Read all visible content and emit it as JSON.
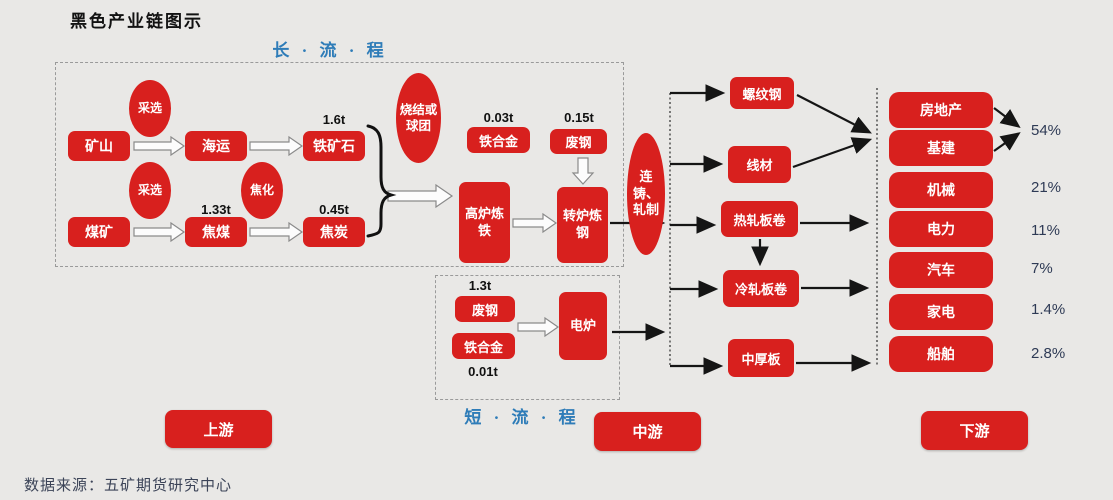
{
  "title": "黑色产业链图示",
  "source": "数据来源：五矿期货研究中心",
  "colors": {
    "box_red": "#d8201e",
    "label_blue": "#2e7cb8",
    "percent_navy": "#2e3a55",
    "background": "#e9e8e6"
  },
  "process_labels": {
    "long": "长 · 流 · 程",
    "short": "短 · 流 · 程"
  },
  "stages": {
    "upstream": "上游",
    "midstream": "中游",
    "downstream": "下游"
  },
  "upstream": {
    "mine": "矿山",
    "beneficiation": "采选",
    "shipping": "海运",
    "iron_ore": "铁矿石",
    "iron_ore_qty": "1.6t",
    "coal_mine": "煤矿",
    "coking_coal": "焦煤",
    "coking_coal_qty": "1.33t",
    "coking": "焦化",
    "coke": "焦炭",
    "coke_qty": "0.45t",
    "sinter_or_pellet": "烧结或球团"
  },
  "midstream": {
    "ferroalloy": "铁合金",
    "ferroalloy_qty": "0.03t",
    "scrap": "废钢",
    "scrap_qty": "0.15t",
    "blast_furnace": "高炉炼铁",
    "converter": "转炉炼钢",
    "casting_rolling": "连铸、轧制",
    "short_route": {
      "scrap": "废钢",
      "scrap_qty": "1.3t",
      "ferroalloy": "铁合金",
      "ferroalloy_qty": "0.01t",
      "electric_furnace": "电炉"
    }
  },
  "products": [
    "螺纹钢",
    "线材",
    "热轧板卷",
    "冷轧板卷",
    "中厚板"
  ],
  "downstream_sectors": [
    "房地产",
    "基建",
    "机械",
    "电力",
    "汽车",
    "家电",
    "船舶"
  ],
  "demand_shares": [
    "54%",
    "21%",
    "11%",
    "7%",
    "1.4%",
    "2.8%"
  ]
}
